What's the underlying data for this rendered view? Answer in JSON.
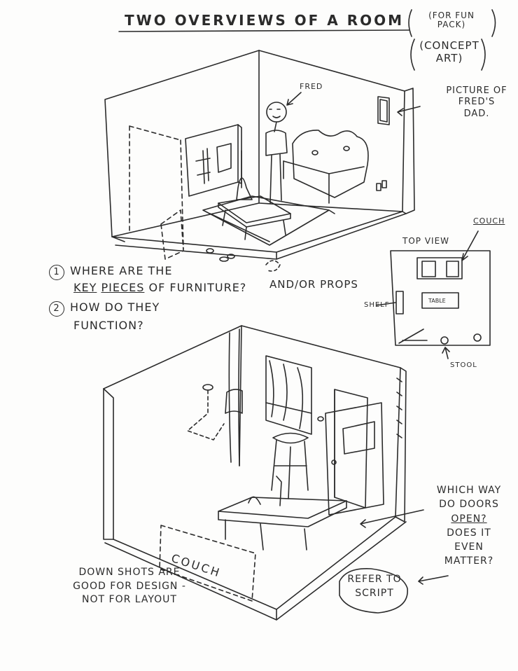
{
  "title": "TWO OVERVIEWS OF A ROOM",
  "fun_pack_note": "(FOR FUN PACK)",
  "concept_note": "(CONCEPT ART)",
  "labels": {
    "fred": "FRED",
    "picture_of_dad": "PICTURE OF FRED'S DAD.",
    "couch_callout": "COUCH",
    "top_view": "TOP VIEW",
    "table": "TABLE",
    "shelf": "SHELF",
    "stool": "STOOL",
    "couch_floor": "COUCH"
  },
  "questions": [
    {
      "number": "1",
      "line1_a": "WHERE ARE THE",
      "line2_key": "KEY",
      "line2_pieces": "PIECES",
      "line2_rest": "OF FURNITURE?"
    },
    {
      "number": "2",
      "line1": "HOW DO THEY",
      "line2": "FUNCTION?"
    }
  ],
  "and_or_props": "AND/OR PROPS",
  "doors_note": {
    "line1": "WHICH WAY",
    "line2": "DO DOORS",
    "line3": "OPEN?",
    "line4": "DOES IT",
    "line5": "EVEN",
    "line6": "MATTER?"
  },
  "refer_note": "REFER TO SCRIPT",
  "down_shots_note": "DOWN SHOTS ARE GOOD FOR DESIGN - NOT FOR LAYOUT",
  "ink_color": "#2b2b2b"
}
